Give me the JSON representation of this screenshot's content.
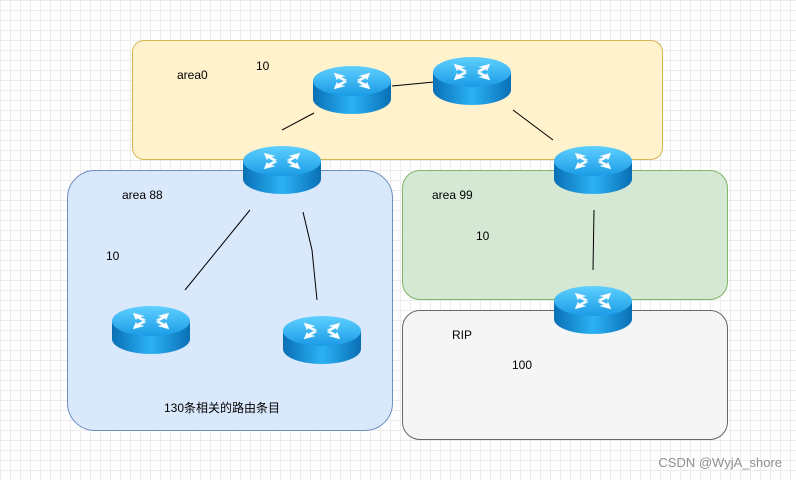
{
  "areas": {
    "area0": {
      "name": "area0",
      "cost": "10"
    },
    "area88": {
      "name": "area 88",
      "cost": "10",
      "note": "130条相关的路由条目"
    },
    "area99": {
      "name": "area 99",
      "cost": "10"
    },
    "rip": {
      "name": "RIP",
      "cost": "100"
    }
  },
  "colors": {
    "area0_fill": "#fff2cc",
    "area88_fill": "#dae8fc",
    "area99_fill": "#d5e8d4",
    "rip_fill": "#f5f5f5",
    "router_body": "#1a9be6"
  },
  "icons": [
    "router-icon"
  ],
  "watermark": "CSDN @WyjA_shore"
}
